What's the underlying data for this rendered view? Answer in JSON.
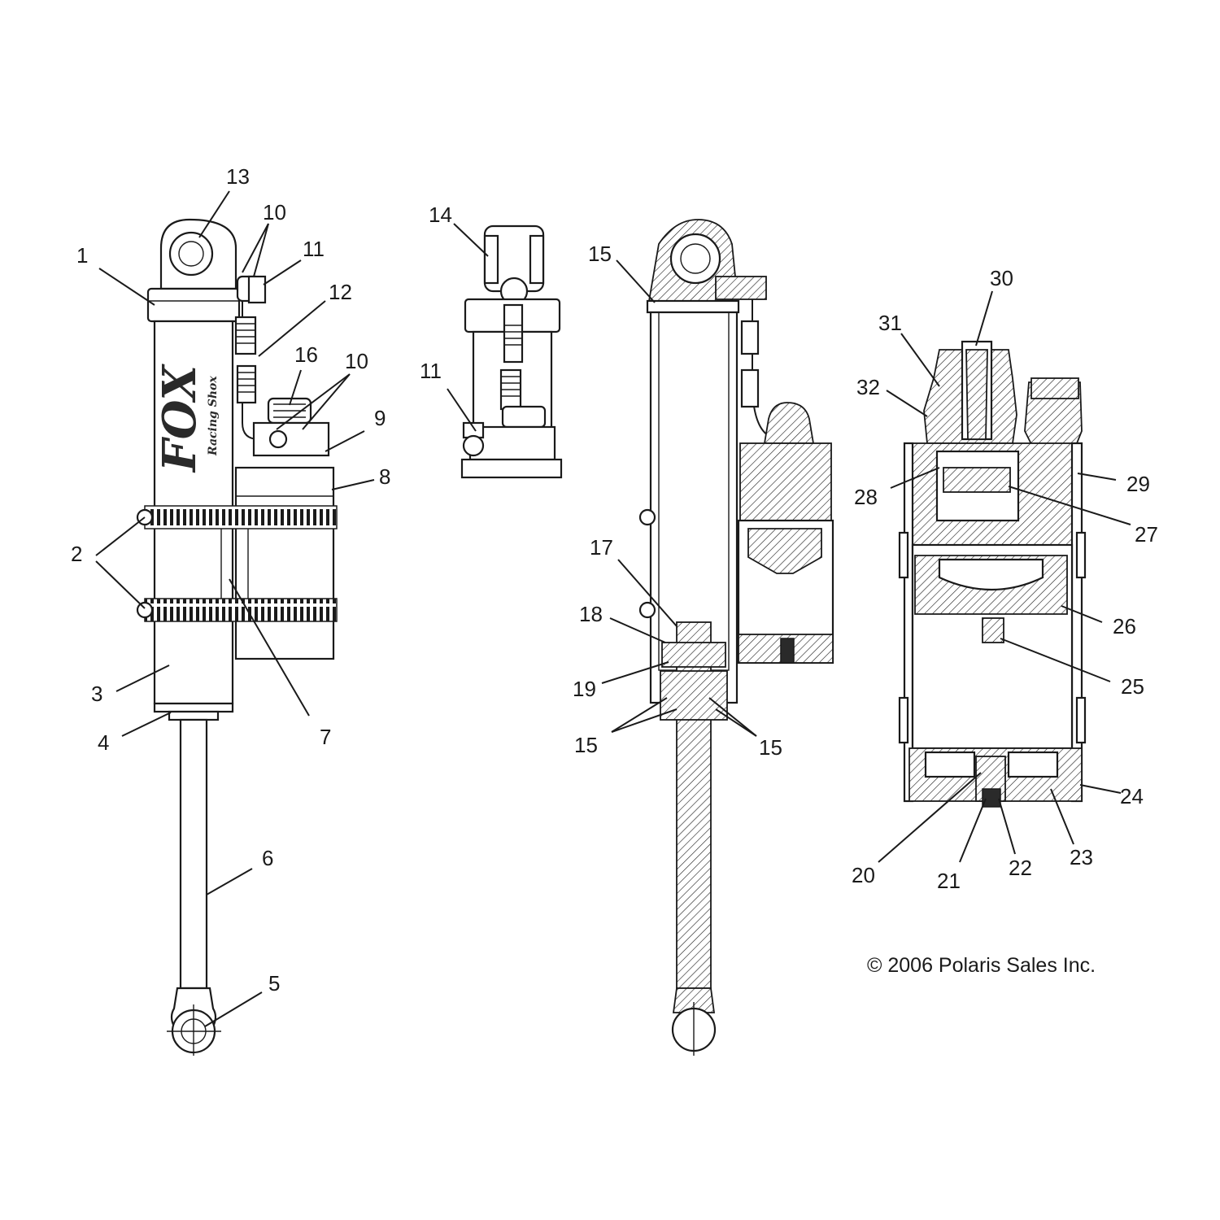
{
  "brand": {
    "logo_text": "FOX",
    "logo_subtext": "Racing Shox"
  },
  "copyright": "© 2006 Polaris Sales Inc.",
  "callouts": [
    {
      "id": "c1",
      "label": "1"
    },
    {
      "id": "c2",
      "label": "2"
    },
    {
      "id": "c3",
      "label": "3"
    },
    {
      "id": "c4",
      "label": "4"
    },
    {
      "id": "c5",
      "label": "5"
    },
    {
      "id": "c6",
      "label": "6"
    },
    {
      "id": "c7",
      "label": "7"
    },
    {
      "id": "c8",
      "label": "8"
    },
    {
      "id": "c9",
      "label": "9"
    },
    {
      "id": "c10a",
      "label": "10"
    },
    {
      "id": "c10b",
      "label": "10"
    },
    {
      "id": "c11a",
      "label": "11"
    },
    {
      "id": "c11b",
      "label": "11"
    },
    {
      "id": "c12",
      "label": "12"
    },
    {
      "id": "c13",
      "label": "13"
    },
    {
      "id": "c14",
      "label": "14"
    },
    {
      "id": "c15a",
      "label": "15"
    },
    {
      "id": "c15b",
      "label": "15"
    },
    {
      "id": "c15c",
      "label": "15"
    },
    {
      "id": "c16",
      "label": "16"
    },
    {
      "id": "c17",
      "label": "17"
    },
    {
      "id": "c18",
      "label": "18"
    },
    {
      "id": "c19",
      "label": "19"
    },
    {
      "id": "c20",
      "label": "20"
    },
    {
      "id": "c21",
      "label": "21"
    },
    {
      "id": "c22",
      "label": "22"
    },
    {
      "id": "c23",
      "label": "23"
    },
    {
      "id": "c24",
      "label": "24"
    },
    {
      "id": "c25",
      "label": "25"
    },
    {
      "id": "c26",
      "label": "26"
    },
    {
      "id": "c27",
      "label": "27"
    },
    {
      "id": "c28",
      "label": "28"
    },
    {
      "id": "c29",
      "label": "29"
    },
    {
      "id": "c30",
      "label": "30"
    },
    {
      "id": "c31",
      "label": "31"
    },
    {
      "id": "c32",
      "label": "32"
    }
  ]
}
